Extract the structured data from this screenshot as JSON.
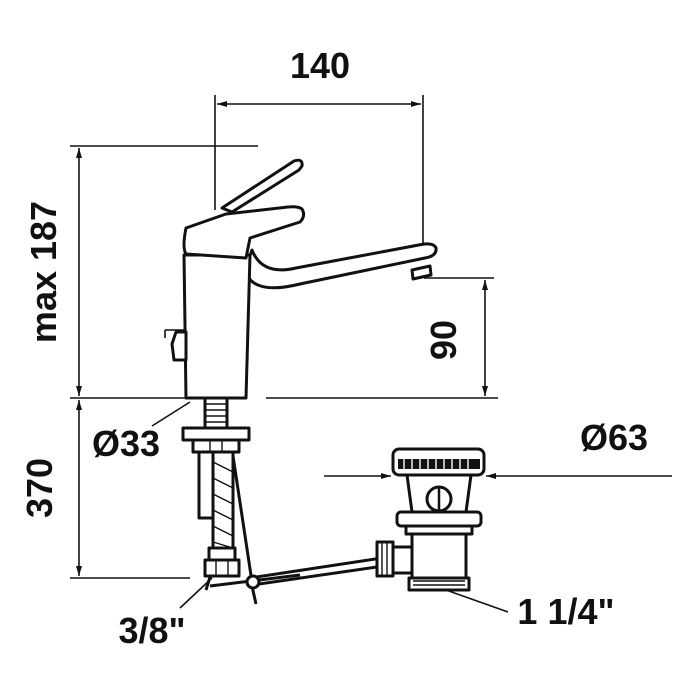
{
  "dimensions": {
    "width_140": "140",
    "height_max_187": "max 187",
    "spout_90": "90",
    "diameter_33": "Ø33",
    "depth_370": "370",
    "diameter_63": "Ø63",
    "thread_3_8": "3/8\"",
    "thread_1_1_4": "1 1/4\""
  },
  "colors": {
    "ink": "#111111",
    "background": "#ffffff"
  }
}
